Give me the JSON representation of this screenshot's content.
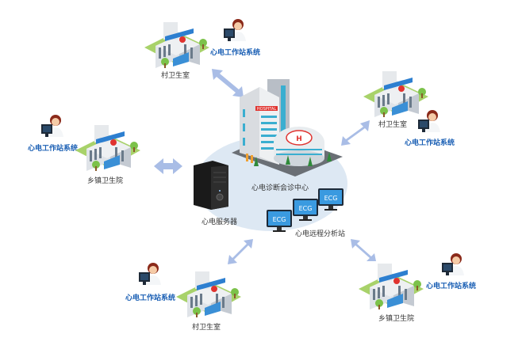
{
  "title": "心电远程会诊网络示意图",
  "colors": {
    "accent_blue": "#1a5fb4",
    "arrow": "#a9bde6",
    "ellipse": "#dde8f3",
    "ground": "#a8d26a",
    "text": "#333333"
  },
  "center": {
    "hub_label": "心电诊断会诊中心",
    "server_label": "心电服务器",
    "analysis_label": "心电远程分析站",
    "monitor_text": "ECG",
    "hospital_sign": "HOSPITAL"
  },
  "nodes": [
    {
      "id": "top-left",
      "facility": "村卫生室",
      "workstation": "心电工作站系统"
    },
    {
      "id": "left",
      "facility": "乡镇卫生院",
      "workstation": "心电工作站系统"
    },
    {
      "id": "top-right",
      "facility": "村卫生室",
      "workstation": "心电工作站系统"
    },
    {
      "id": "bottom-left",
      "facility": "村卫生室",
      "workstation": "心电工作站系统"
    },
    {
      "id": "bottom-right",
      "facility": "乡镇卫生院",
      "workstation": "心电工作站系统"
    }
  ],
  "icons": {
    "clinic": "hospital-building-icon",
    "doctor": "doctor-at-computer-icon",
    "arrow": "bidirectional-arrow-icon",
    "server": "server-tower-icon",
    "monitor": "ecg-monitor-icon"
  }
}
